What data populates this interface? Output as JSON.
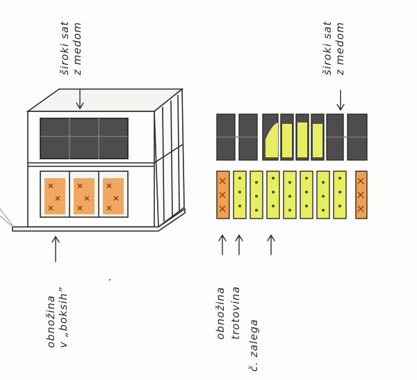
{
  "labels": {
    "honey_super_left_1": "široki sat",
    "honey_super_left_2": "z medom",
    "honey_super_right_1": "široki sat",
    "honey_super_right_2": "z medom",
    "pollen_box_1": "obnožina",
    "pollen_box_2": "v „boksih”",
    "pollen_ring_1": "obnožina",
    "pollen_ring_2": "trotovina",
    "brood": "č. zalega"
  },
  "colors": {
    "ink": "#2a2a2a",
    "honey_dark": "#4d4d4d",
    "pollen": "#f0a050",
    "brood": "#e8ee60",
    "paper": "#fdfdfb"
  }
}
